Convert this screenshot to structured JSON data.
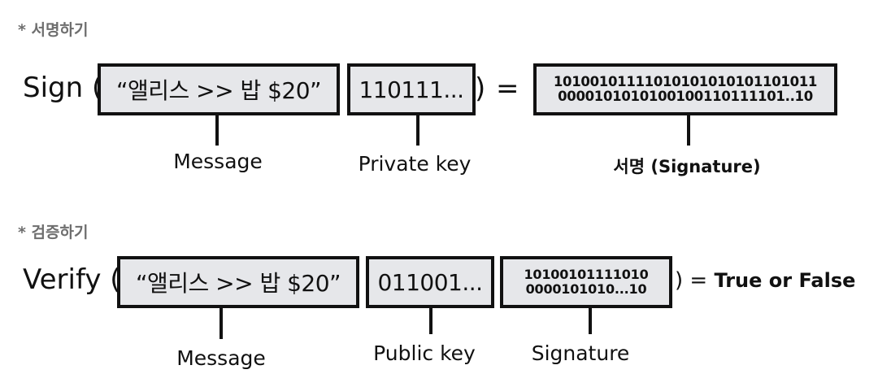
{
  "sign_section": {
    "title": "* 서명하기",
    "func": "Sign (",
    "message_box": "“앨리스 >> 밥 $20”",
    "key_box": "110111...",
    "close_paren": ")",
    "equals": "=",
    "signature_line1": "10100101111010101010101101011",
    "signature_line2": "0000101010100100110111101..10",
    "labels": {
      "message": "Message",
      "private_key": "Private key",
      "signature": "서명 (Signature)"
    }
  },
  "verify_section": {
    "title": "* 검증하기",
    "func": "Verify (",
    "message_box": "“앨리스 >> 밥 $20”",
    "key_box": "011001...",
    "signature_line1": "10100101111010",
    "signature_line2": "0000101010...10",
    "close_paren_equals": ") =",
    "result": "True or False",
    "labels": {
      "message": "Message",
      "public_key": "Public key",
      "signature": "Signature"
    }
  }
}
